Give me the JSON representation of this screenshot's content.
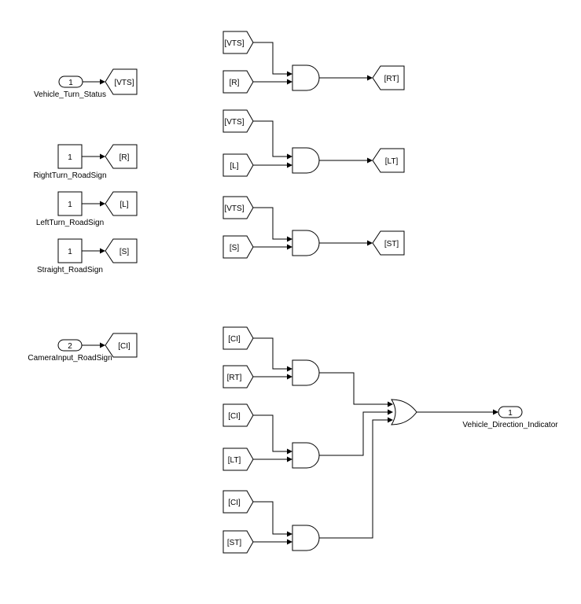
{
  "inports": [
    {
      "id": "in1",
      "number": "1",
      "name": "Vehicle_Turn_Status"
    },
    {
      "id": "in2",
      "number": "2",
      "name": "CameraInput_RoadSign"
    }
  ],
  "constants": [
    {
      "id": "c_r",
      "value": "1",
      "name": "RightTurn_RoadSign"
    },
    {
      "id": "c_l",
      "value": "1",
      "name": "LeftTurn_RoadSign"
    },
    {
      "id": "c_s",
      "value": "1",
      "name": "Straight_RoadSign"
    }
  ],
  "goto_tags": [
    "[VTS]",
    "[R]",
    "[L]",
    "[S]",
    "[CI]",
    "[RT]",
    "[LT]",
    "[ST]"
  ],
  "from_tags": [
    "[VTS]",
    "[R]",
    "[VTS]",
    "[L]",
    "[VTS]",
    "[S]",
    "[CI]",
    "[RT]",
    "[CI]",
    "[LT]",
    "[CI]",
    "[ST]"
  ],
  "logic_blocks": [
    {
      "id": "and_rt",
      "type": "AND"
    },
    {
      "id": "and_lt",
      "type": "AND"
    },
    {
      "id": "and_st",
      "type": "AND"
    },
    {
      "id": "and_c1",
      "type": "AND"
    },
    {
      "id": "and_c2",
      "type": "AND"
    },
    {
      "id": "and_c3",
      "type": "AND"
    },
    {
      "id": "or_out",
      "type": "OR"
    }
  ],
  "outports": [
    {
      "id": "out1",
      "number": "1",
      "name": "Vehicle_Direction_Indicator"
    }
  ]
}
